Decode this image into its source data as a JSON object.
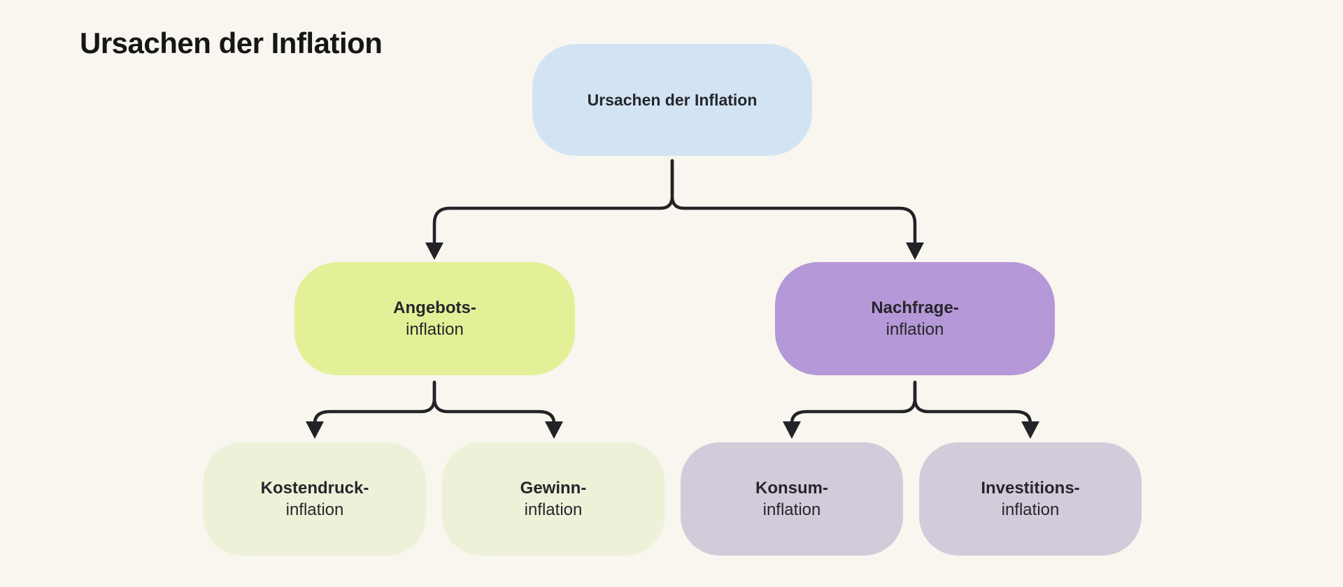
{
  "page": {
    "title": "Ursachen der Inflation",
    "background": "#f8f6ef"
  },
  "diagram": {
    "connector_color": "#232327",
    "text_color": "#26262b",
    "root": {
      "label": "Ursachen der Inflation",
      "color": "#d2e4f3"
    },
    "level2": [
      {
        "title": "Angebots-",
        "subtitle": "inflation",
        "color": "#e3f097",
        "parent": "root"
      },
      {
        "title": "Nachfrage-",
        "subtitle": "inflation",
        "color": "#b598d7",
        "parent": "root"
      }
    ],
    "level3": [
      {
        "title": "Kostendruck-",
        "subtitle": "inflation",
        "color": "#edf1d8",
        "parent": "Angebots-inflation"
      },
      {
        "title": "Gewinn-",
        "subtitle": "inflation",
        "color": "#edf1d8",
        "parent": "Angebots-inflation"
      },
      {
        "title": "Konsum-",
        "subtitle": "inflation",
        "color": "#d2cbda",
        "parent": "Nachfrage-inflation"
      },
      {
        "title": "Investitions-",
        "subtitle": "inflation",
        "color": "#d2cbda",
        "parent": "Nachfrage-inflation"
      }
    ]
  }
}
